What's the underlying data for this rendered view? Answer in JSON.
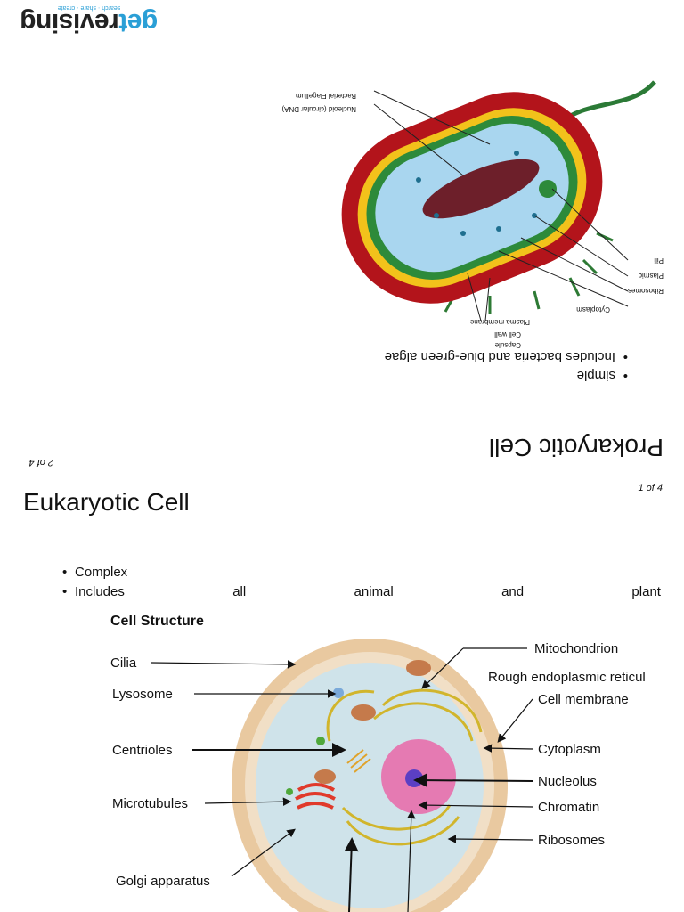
{
  "top_page": {
    "logo": {
      "part1": "get",
      "part2": "revising",
      "tagline": "search · share · create"
    },
    "title": "Prokaryotic Cell",
    "page_number": "2 of 4",
    "bullets": [
      "simple",
      "Includes bacteria and blue-green algae"
    ],
    "diagram_labels": [
      "Nucleoid (circular DNA)",
      "Bacterial Flagellum",
      "Pili",
      "Plasmid",
      "Ribosomes",
      "Cytoplasm",
      "Plasma membrane",
      "Cell wall",
      "Capsule"
    ]
  },
  "bottom_page": {
    "page_number": "1 of 4",
    "title": "Eukaryotic Cell",
    "bullets": [
      {
        "words": [
          "Complex"
        ]
      },
      {
        "words": [
          "Includes",
          "all",
          "animal",
          "and",
          "plant"
        ]
      }
    ],
    "figure": {
      "title": "Cell Structure",
      "left_labels": [
        "Cilia",
        "Lysosome",
        "Centrioles",
        "Microtubules",
        "Golgi apparatus"
      ],
      "right_labels": [
        "Mitochondrion",
        "Rough endoplasmic reticul",
        "Cell membrane",
        "Cytoplasm",
        "Nucleolus",
        "Chromatin",
        "Ribosomes"
      ]
    }
  },
  "colors": {
    "brand_blue": "#2a9fd6",
    "cell_wall_red": "#b3141b",
    "capsule_yellow": "#f2c21b",
    "membrane_green": "#2d8a3a",
    "cytoplasm_blue": "#a9d6ef"
  }
}
